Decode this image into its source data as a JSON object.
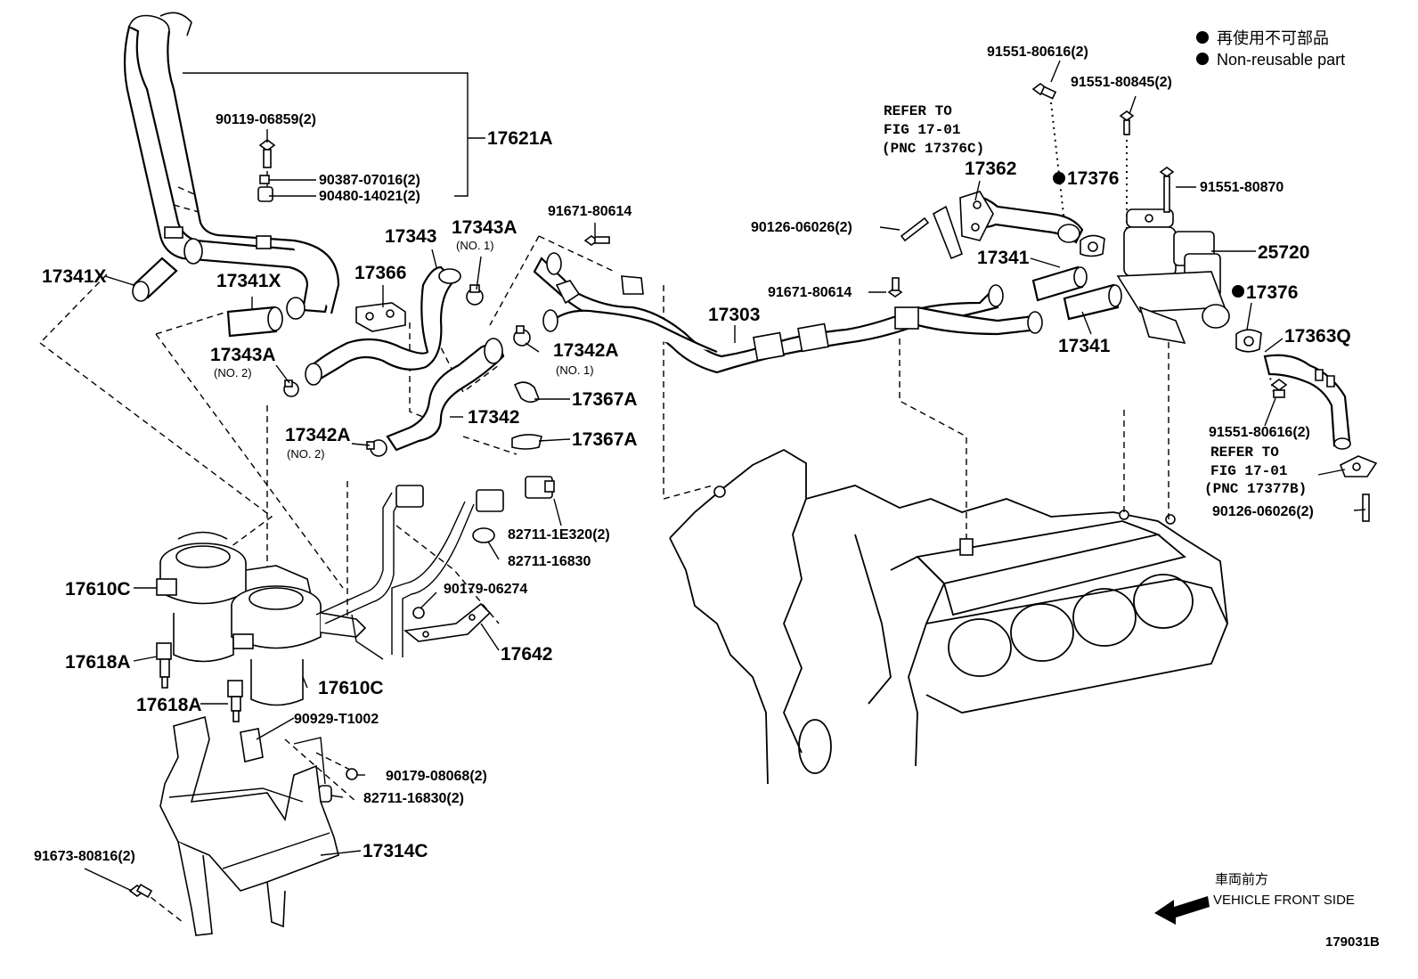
{
  "legend": {
    "non_reusable_jp": "再使用不可部品",
    "non_reusable_en": "Non-reusable part"
  },
  "direction": {
    "jp": "車両前方",
    "en": "VEHICLE FRONT SIDE"
  },
  "figure_id": "179031B",
  "refs": [
    {
      "line1": "REFER TO",
      "line2": "FIG 17-01",
      "line3": "(PNC 17376C)"
    },
    {
      "line1": "REFER TO",
      "line2": "FIG 17-01",
      "line3": "(PNC 17377B)"
    }
  ],
  "labels": {
    "p17621A": "17621A",
    "p90119": "90119-06859(2)",
    "p90387": "90387-07016(2)",
    "p90480": "90480-14021(2)",
    "p17341X_a": "17341X",
    "p17341X_b": "17341X",
    "p17343": "17343",
    "p17343A_1": "17343A",
    "p17343A_1_sub": "(NO. 1)",
    "p17366": "17366",
    "p17343A_2": "17343A",
    "p17343A_2_sub": "(NO. 2)",
    "p17342A_1": "17342A",
    "p17342A_1_sub": "(NO. 1)",
    "p17367A_a": "17367A",
    "p17367A_b": "17367A",
    "p17342": "17342",
    "p17342A_2": "17342A",
    "p17342A_2_sub": "(NO. 2)",
    "p91671_a": "91671-80614",
    "p91671_b": "91671-80614",
    "p17303": "17303",
    "p90126_a": "90126-06026(2)",
    "p17362": "17362",
    "p17376_a": "17376",
    "p17376_b": "17376",
    "p91551_80616_a": "91551-80616(2)",
    "p91551_80845": "91551-80845(2)",
    "p91551_80870": "91551-80870",
    "p25720": "25720",
    "p17341_a": "17341",
    "p17341_b": "17341",
    "p17363Q": "17363Q",
    "p91551_80616_b": "91551-80616(2)",
    "p90126_b": "90126-06026(2)",
    "p82711_1E320": "82711-1E320(2)",
    "p82711_16830": "82711-16830",
    "p90179_06274": "90179-06274",
    "p17642": "17642",
    "p17610C_a": "17610C",
    "p17610C_b": "17610C",
    "p17618A_a": "17618A",
    "p17618A_b": "17618A",
    "p90929": "90929-T1002",
    "p90179_08068": "90179-08068(2)",
    "p82711_16830_2": "82711-16830(2)",
    "p17314C": "17314C",
    "p91673": "91673-80816(2)"
  }
}
